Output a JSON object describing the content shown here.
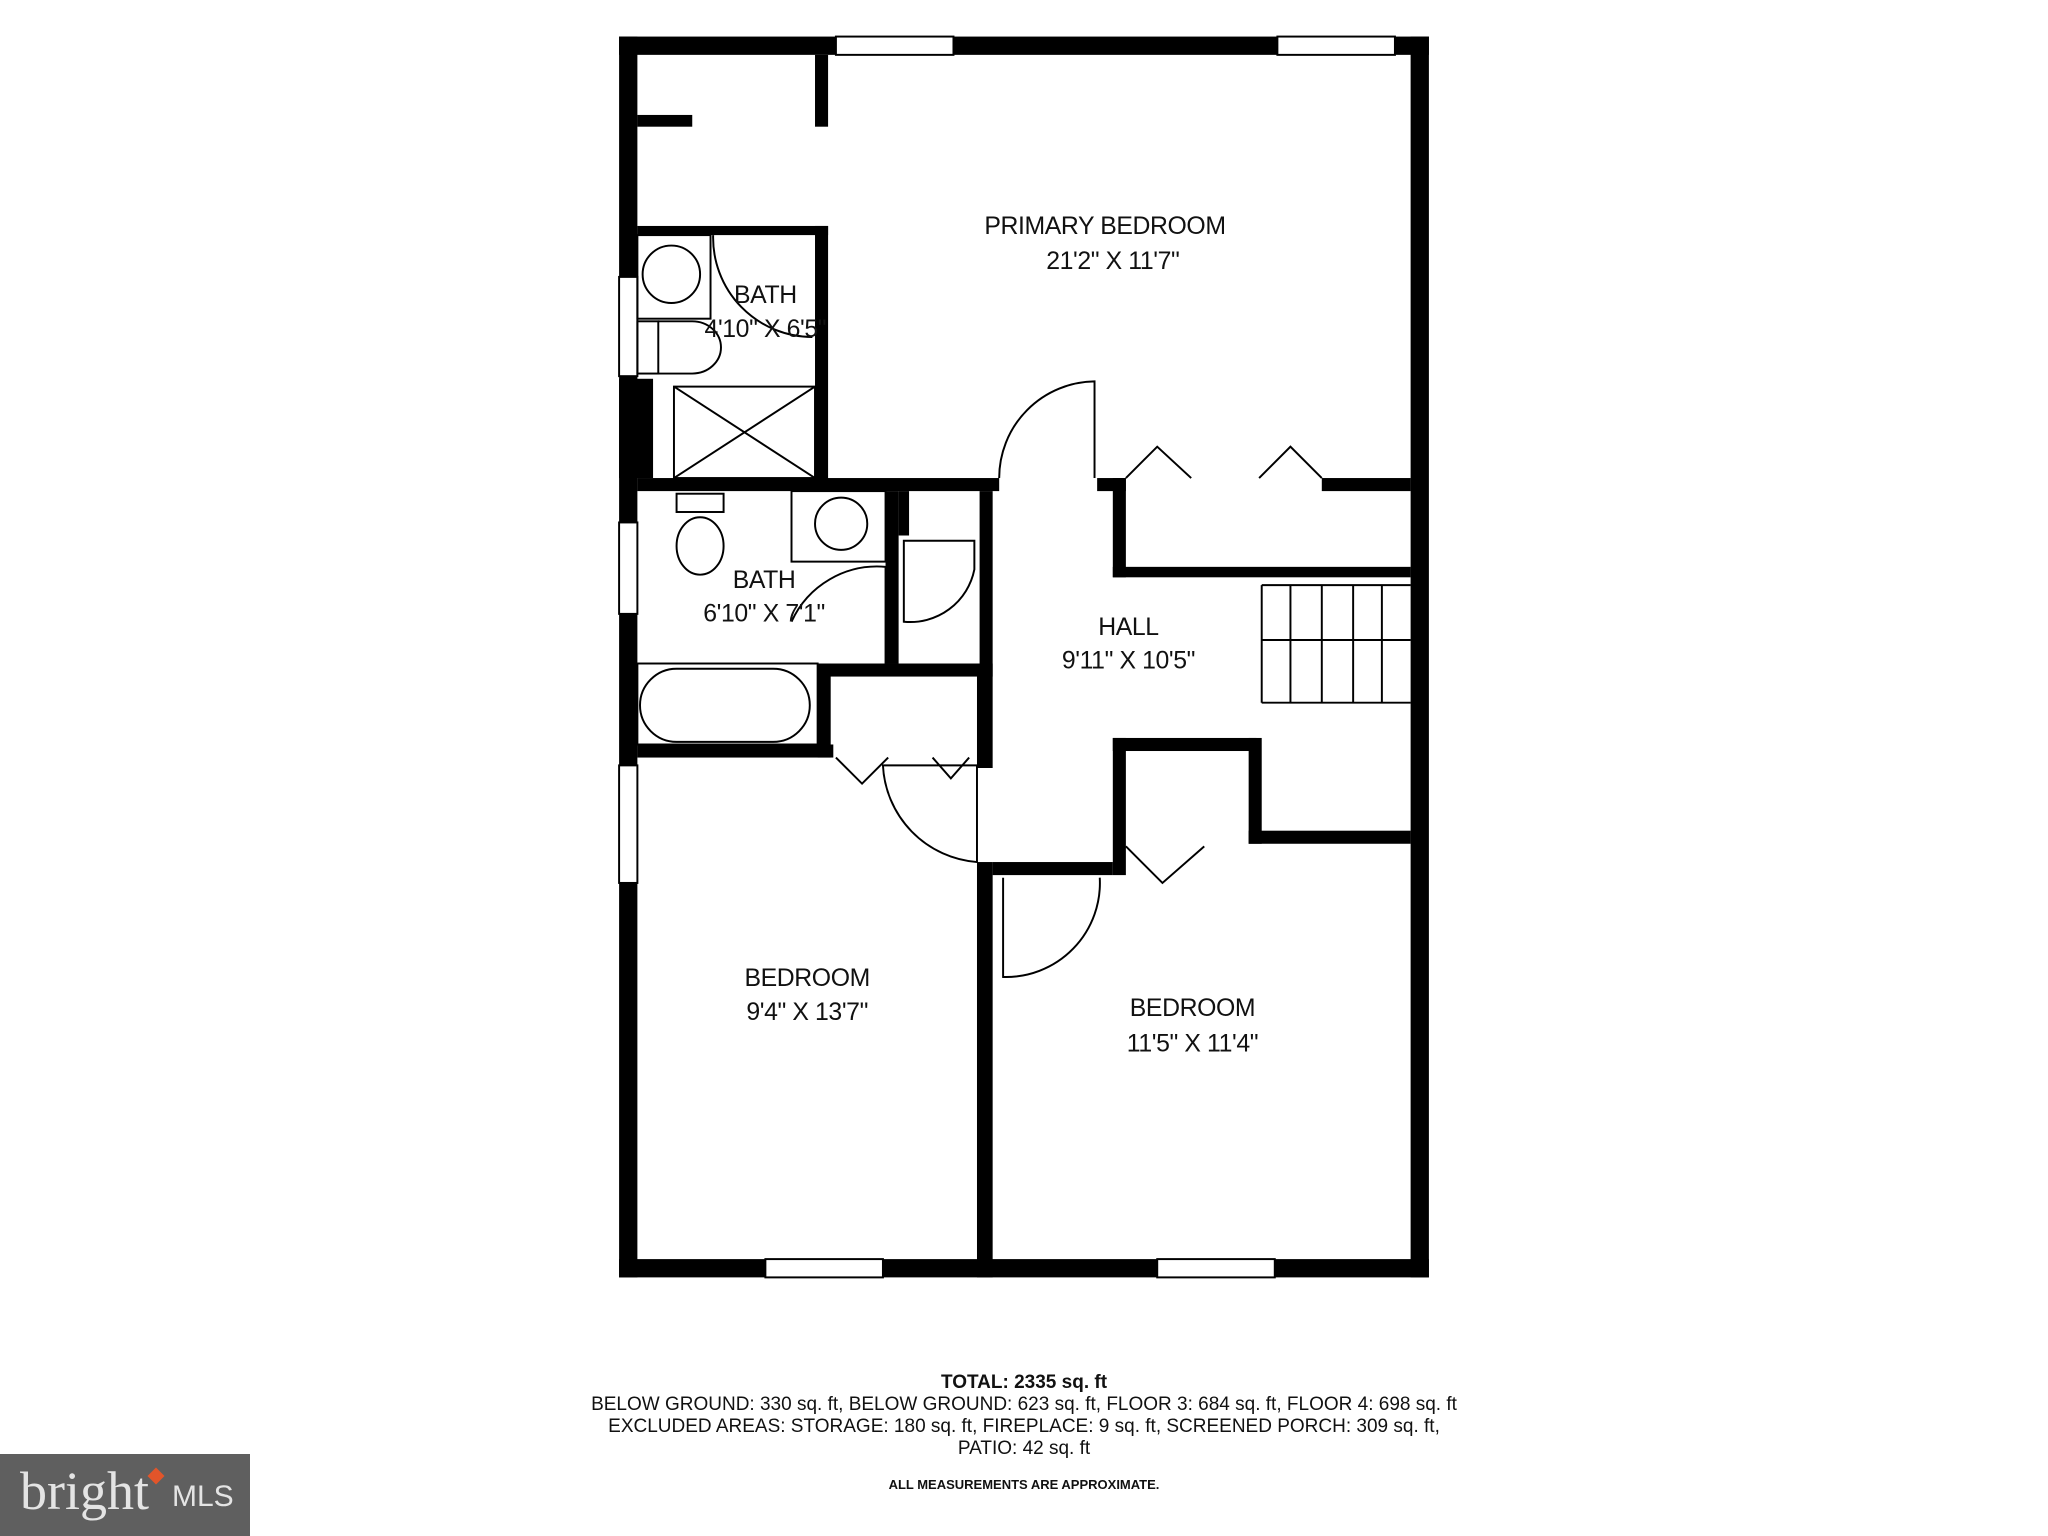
{
  "rooms": {
    "primary_bedroom": {
      "name": "PRIMARY BEDROOM",
      "size": "21'2\" X 11'7\""
    },
    "bath_1": {
      "name": "BATH",
      "size": "4'10\" X 6'5\""
    },
    "bath_2": {
      "name": "BATH",
      "size": "6'10\" X 7'1\""
    },
    "hall": {
      "name": "HALL",
      "size": "9'11\" X 10'5\""
    },
    "bedroom_1": {
      "name": "BEDROOM",
      "size": "9'4\" X 13'7\""
    },
    "bedroom_2": {
      "name": "BEDROOM",
      "size": "11'5\" X 11'4\""
    }
  },
  "summary": {
    "total": "TOTAL: 2335 sq. ft",
    "floors": "BELOW GROUND: 330 sq. ft, BELOW GROUND: 623 sq. ft, FLOOR 3: 684 sq. ft, FLOOR 4: 698 sq. ft",
    "excluded_1": "EXCLUDED AREAS: STORAGE: 180 sq. ft, FIREPLACE: 9 sq. ft, SCREENED PORCH: 309 sq. ft,",
    "excluded_2": "PATIO: 42 sq. ft",
    "note": "ALL MEASUREMENTS ARE APPROXIMATE."
  },
  "logo": {
    "brand": "bright",
    "suffix": "MLS",
    "accent": "#e2552a",
    "background": "#5f5f5f"
  }
}
